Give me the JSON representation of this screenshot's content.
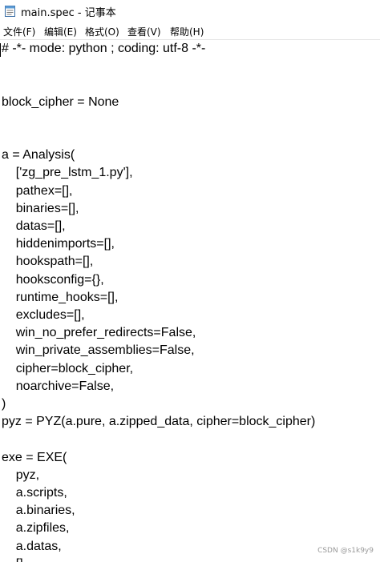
{
  "window": {
    "title": "main.spec - 记事本"
  },
  "menu": [
    {
      "label": "文件(F)",
      "name": "menu-file"
    },
    {
      "label": "编辑(E)",
      "name": "menu-edit"
    },
    {
      "label": "格式(O)",
      "name": "menu-format"
    },
    {
      "label": "查看(V)",
      "name": "menu-view"
    },
    {
      "label": "帮助(H)",
      "name": "menu-help"
    }
  ],
  "editor": {
    "lines": [
      "# -*- mode: python ; coding: utf-8 -*-",
      "",
      "",
      "block_cipher = None",
      "",
      "",
      "a = Analysis(",
      "    ['zg_pre_lstm_1.py'],",
      "    pathex=[],",
      "    binaries=[],",
      "    datas=[],",
      "    hiddenimports=[],",
      "    hookspath=[],",
      "    hooksconfig={},",
      "    runtime_hooks=[],",
      "    excludes=[],",
      "    win_no_prefer_redirects=False,",
      "    win_private_assemblies=False,",
      "    cipher=block_cipher,",
      "    noarchive=False,",
      ")",
      "pyz = PYZ(a.pure, a.zipped_data, cipher=block_cipher)",
      "",
      "exe = EXE(",
      "    pyz,",
      "    a.scripts,",
      "    a.binaries,",
      "    a.zipfiles,",
      "    a.datas,",
      "    []"
    ]
  },
  "watermark": "CSDN @s1k9y9",
  "icons": {
    "app": "notepad-icon"
  }
}
